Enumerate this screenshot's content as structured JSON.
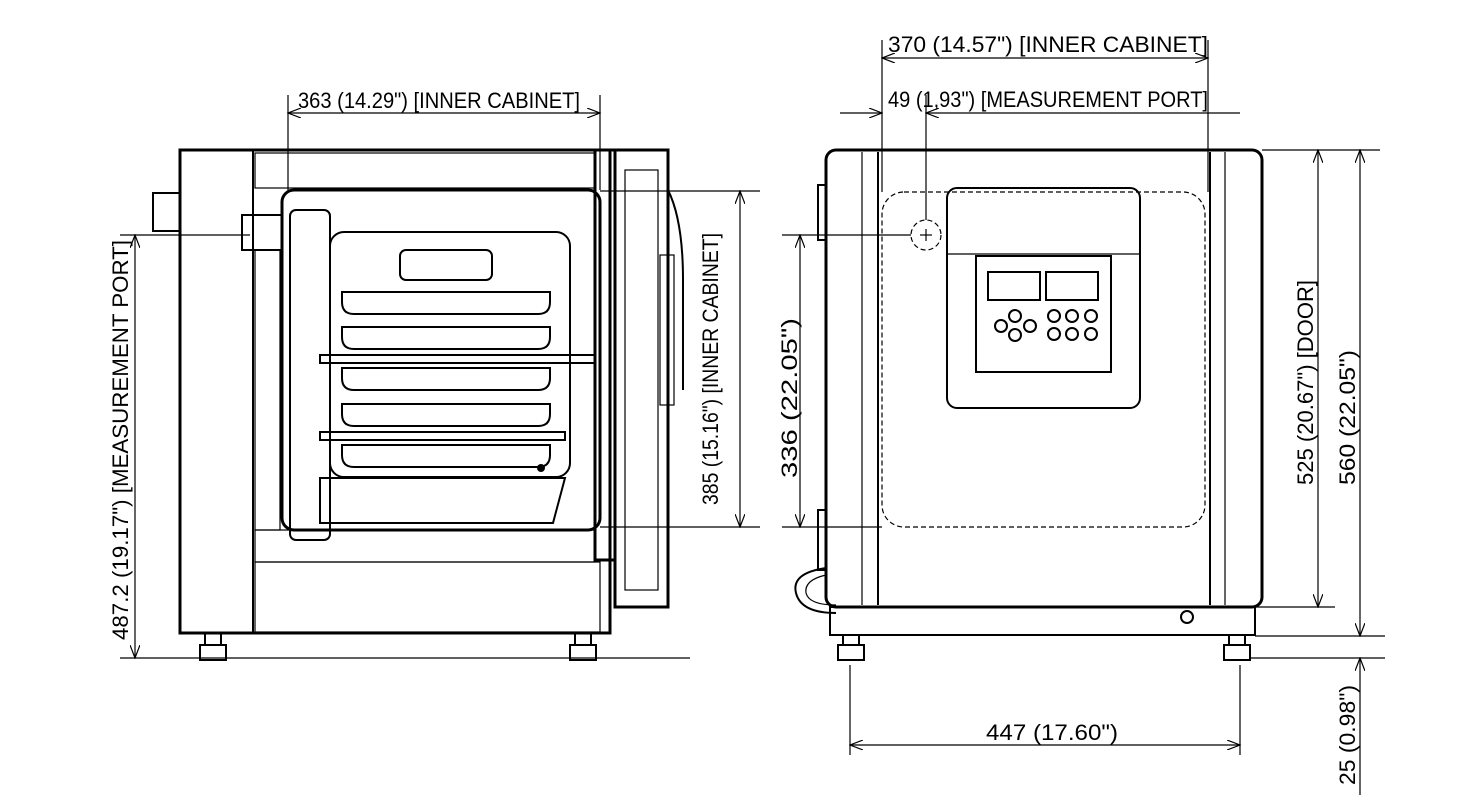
{
  "side_view": {
    "inner_width_label": "363  (14.29\") [INNER CABINET]",
    "inner_height_label": "385 (15.16\") [INNER CABINET]",
    "port_height_label": "487.2  (19.17\") [MEASUREMENT PORT]"
  },
  "front_view": {
    "inner_width_label": "370 (14.57\") [INNER CABINET]",
    "port_offset_label": "49 (1,93\") [MEASUREMENT PORT]",
    "port_height_label": "336  (22.05\")",
    "door_height_label": "525 (20.67\") [DOOR]",
    "total_height_label": "560  (22.05\")",
    "foot_height_label": "25 (0.98\")",
    "width_label": "447  (17.60\")"
  }
}
